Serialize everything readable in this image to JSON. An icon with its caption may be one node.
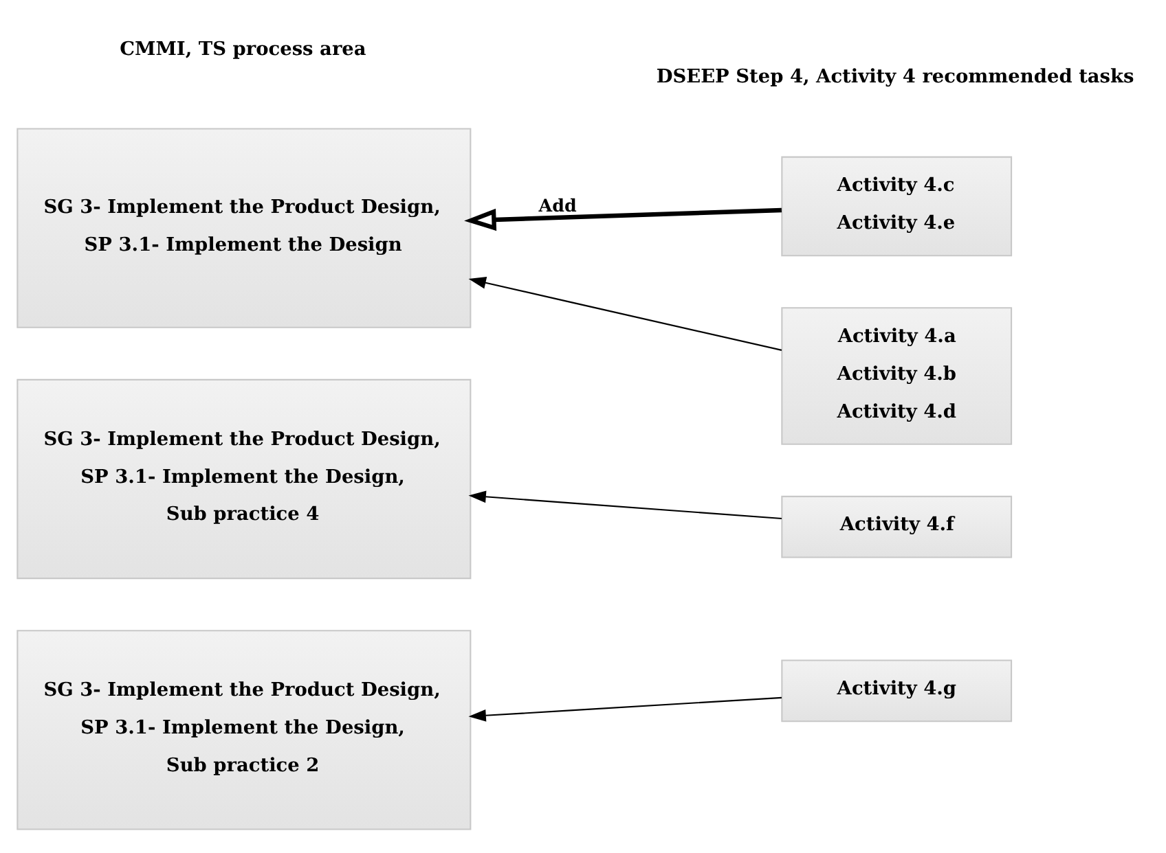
{
  "diagram": {
    "nodes": [
      {
        "text": [
          "SG 3- Implement the Product Design,",
          "SP 3.1- Implement the Design"
        ]
      },
      {
        "text": [
          "SG 3- Implement the Product Design,",
          "SP 3.1- Implement the Design,",
          "Sub practice 4"
        ]
      },
      {
        "text": [
          "SG 3- Implement the Product Design,",
          "SP 3.1- Implement the Design,",
          "Sub practice 2"
        ]
      },
      {
        "text": [
          "Activity 4.c",
          "Activity 4.e"
        ]
      },
      {
        "text": [
          "Activity 4.a",
          "Activity 4.b",
          "Activity 4.d"
        ]
      },
      {
        "text": [
          "Activity 4.f"
        ]
      },
      {
        "text": [
          "Activity 4.g"
        ]
      }
    ],
    "edges": [
      {
        "from": 3,
        "to": 0,
        "arrow": "to",
        "label": "Add",
        "style": "thick"
      },
      {
        "from": 4,
        "to": 0,
        "arrow": "to"
      },
      {
        "from": 5,
        "to": 1,
        "arrow": "to"
      },
      {
        "from": 6,
        "to": 2,
        "arrow": "to"
      }
    ],
    "labels": [
      "CMMI, TS process area",
      "DSEEP Step 4, Activity 4 recommended tasks"
    ]
  }
}
